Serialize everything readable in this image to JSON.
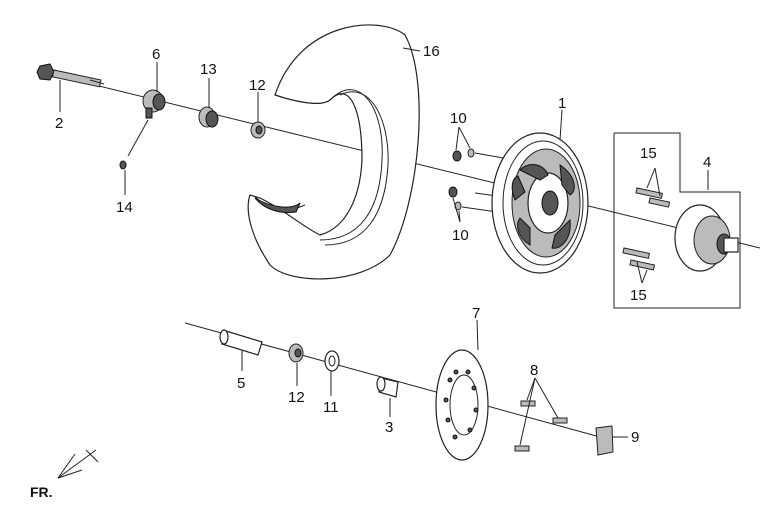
{
  "diagram": {
    "orientation_marker": "FR.",
    "callouts": [
      {
        "id": "c1",
        "label": "1"
      },
      {
        "id": "c2",
        "label": "2"
      },
      {
        "id": "c3",
        "label": "3"
      },
      {
        "id": "c4",
        "label": "4"
      },
      {
        "id": "c5",
        "label": "5"
      },
      {
        "id": "c6",
        "label": "6"
      },
      {
        "id": "c7",
        "label": "7"
      },
      {
        "id": "c8",
        "label": "8"
      },
      {
        "id": "c9",
        "label": "9"
      },
      {
        "id": "c10a",
        "label": "10"
      },
      {
        "id": "c10b",
        "label": "10"
      },
      {
        "id": "c11",
        "label": "11"
      },
      {
        "id": "c12a",
        "label": "12"
      },
      {
        "id": "c12b",
        "label": "12"
      },
      {
        "id": "c13",
        "label": "13"
      },
      {
        "id": "c14",
        "label": "14"
      },
      {
        "id": "c15a",
        "label": "15"
      },
      {
        "id": "c15b",
        "label": "15"
      },
      {
        "id": "c16",
        "label": "16"
      }
    ]
  }
}
